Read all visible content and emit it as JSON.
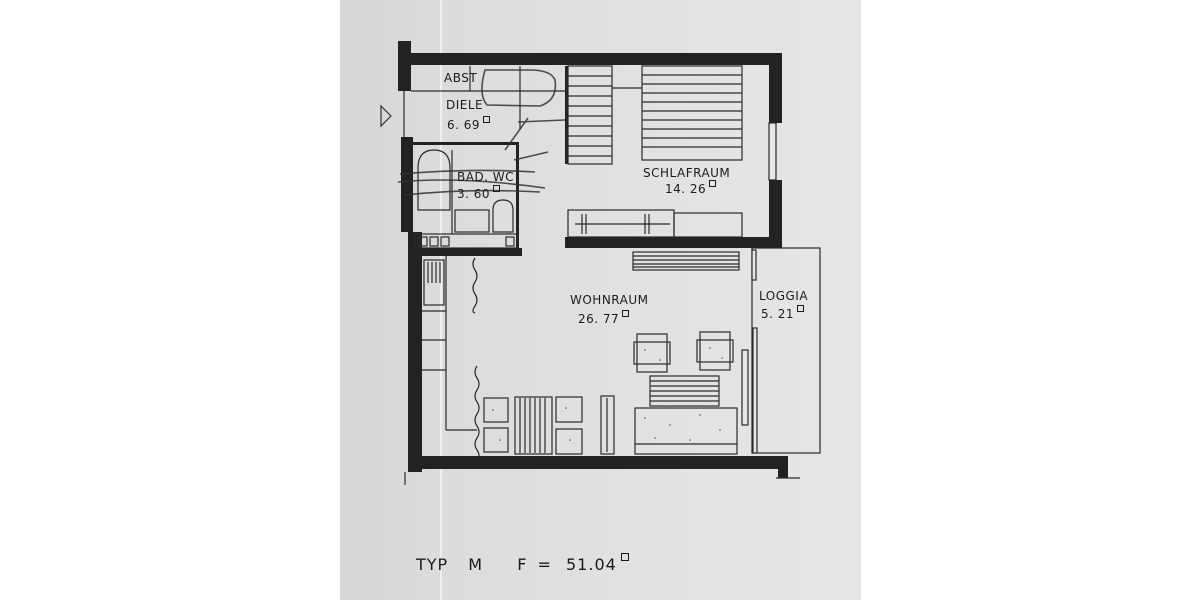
{
  "document": {
    "type": "floor plan",
    "colors": {
      "paper": "#e0e0e0",
      "wall": "#222222",
      "line": "#2a2a2a",
      "background": "#ffffff"
    }
  },
  "rooms": [
    {
      "id": "abst",
      "label": "ABST",
      "area": ""
    },
    {
      "id": "diele",
      "label": "DIELE",
      "area": "6. 69"
    },
    {
      "id": "bad_wc",
      "label": "BAD. WC",
      "area": "3. 60"
    },
    {
      "id": "schlafraum",
      "label": "SCHLAFRAUM",
      "area": "14. 26"
    },
    {
      "id": "wohnraum",
      "label": "WOHNRAUM",
      "area": "26. 77"
    },
    {
      "id": "loggia",
      "label": "LOGGIA",
      "area": "5. 21"
    }
  ],
  "caption": {
    "type_label": "TYP",
    "type_value": "M",
    "area_label": "F",
    "equals": "=",
    "area_value": "51.04"
  },
  "icons": {
    "entrance": "triangle-arrow-right",
    "unit": "square-meter-box"
  }
}
